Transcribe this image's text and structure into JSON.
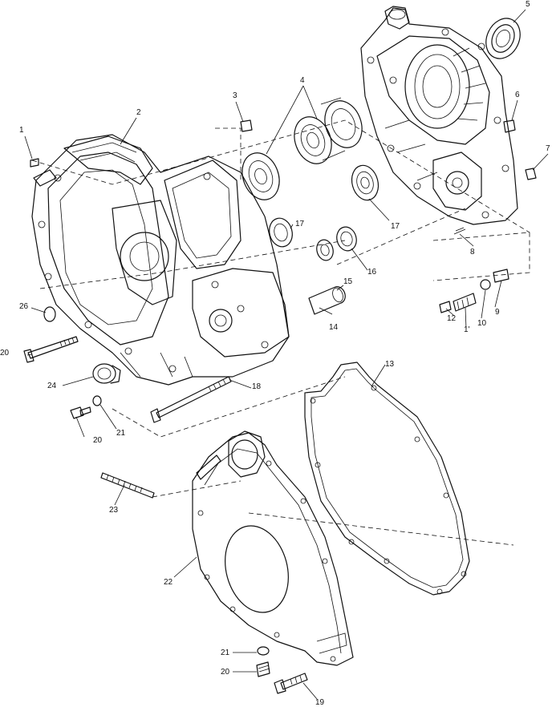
{
  "callouts": [
    {
      "id": "c1",
      "label": "1"
    },
    {
      "id": "c2",
      "label": "2"
    },
    {
      "id": "c3",
      "label": "3"
    },
    {
      "id": "c4",
      "label": "4"
    },
    {
      "id": "c5",
      "label": "5"
    },
    {
      "id": "c6",
      "label": "6"
    },
    {
      "id": "c7",
      "label": "7"
    },
    {
      "id": "c8",
      "label": "8"
    },
    {
      "id": "c9",
      "label": "9"
    },
    {
      "id": "c10",
      "label": "10"
    },
    {
      "id": "c11",
      "label": "1'"
    },
    {
      "id": "c12",
      "label": "12"
    },
    {
      "id": "c13",
      "label": "13"
    },
    {
      "id": "c14",
      "label": "14"
    },
    {
      "id": "c15",
      "label": "15"
    },
    {
      "id": "c16",
      "label": "16"
    },
    {
      "id": "c17a",
      "label": "17"
    },
    {
      "id": "c17b",
      "label": "17"
    },
    {
      "id": "c18",
      "label": "18"
    },
    {
      "id": "c19",
      "label": "19"
    },
    {
      "id": "c20a",
      "label": "20"
    },
    {
      "id": "c20b",
      "label": "20"
    },
    {
      "id": "c20c",
      "label": "20"
    },
    {
      "id": "c21a",
      "label": "21"
    },
    {
      "id": "c21b",
      "label": "21"
    },
    {
      "id": "c22",
      "label": "22"
    },
    {
      "id": "c23",
      "label": "23"
    },
    {
      "id": "c24",
      "label": "24"
    },
    {
      "id": "c26",
      "label": "26"
    }
  ]
}
